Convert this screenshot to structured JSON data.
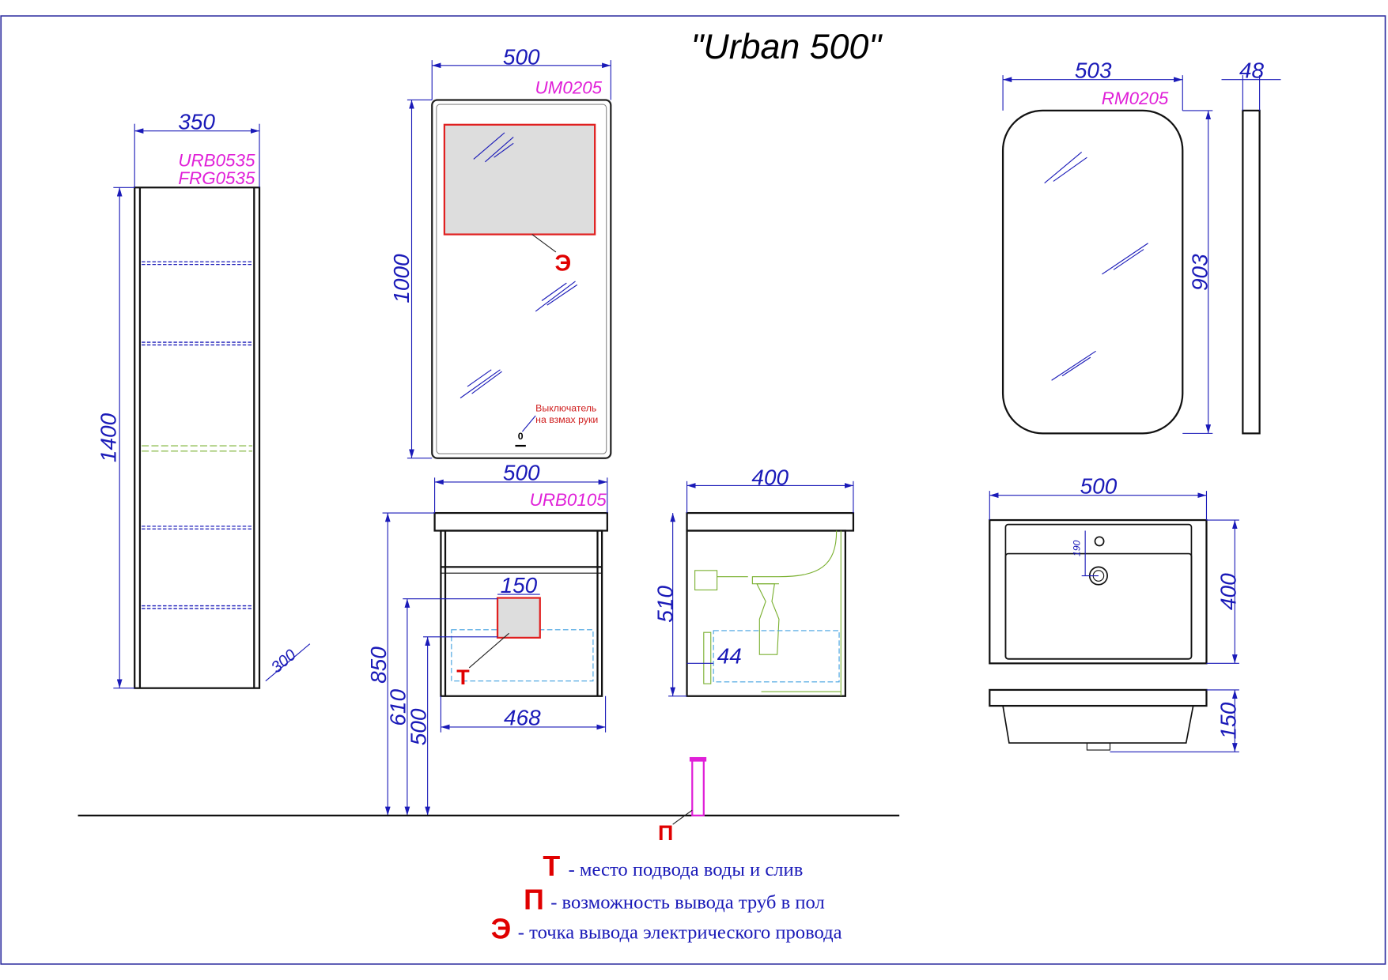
{
  "title": "\"Urban 500\"",
  "tall_cabinet": {
    "width": "350",
    "height": "1400",
    "depth": "300",
    "codes": [
      "URB0535",
      "FRG0535"
    ]
  },
  "mirror_um": {
    "width": "500",
    "height": "1000",
    "code": "UM0205",
    "switch_label": [
      "Выключатель",
      "на взмах руки"
    ],
    "switch_symbol": "0",
    "marker": "Э"
  },
  "vanity": {
    "width": "500",
    "code": "URB0105",
    "inner_width": "468",
    "heights": [
      "850",
      "610",
      "500"
    ],
    "zone_width": "150",
    "marker": "Т"
  },
  "vanity_side": {
    "depth": "400",
    "height": "510",
    "offset": "44"
  },
  "floor_pipe": {
    "marker": "П"
  },
  "mirror_rm": {
    "width": "503",
    "depth": "48",
    "height": "903",
    "code": "RM0205"
  },
  "sink": {
    "width": "500",
    "depth": "400",
    "hole_offset": "190",
    "height": "150"
  },
  "legend": [
    {
      "mark": "Т",
      "text": "- место подвода воды и слив"
    },
    {
      "mark": "П",
      "text": "- возможность вывода труб в пол"
    },
    {
      "mark": "Э",
      "text": "-  точка вывода электрического провода"
    }
  ],
  "colors": {
    "dimension": "#1a1ab8",
    "code": "#e020d8",
    "marker": "#e00000"
  }
}
